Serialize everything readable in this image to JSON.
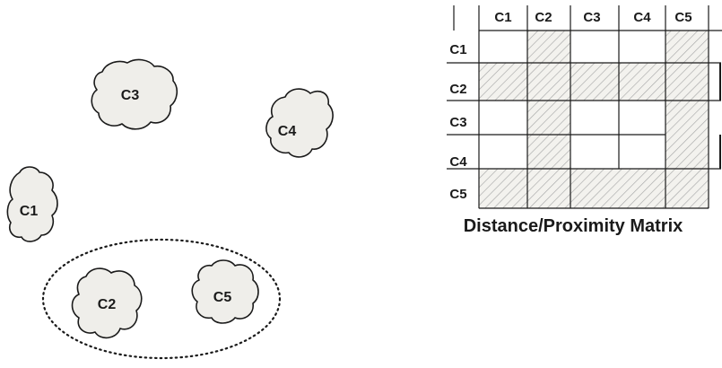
{
  "clusters": [
    {
      "id": "c1",
      "label": "C1"
    },
    {
      "id": "c2",
      "label": "C2"
    },
    {
      "id": "c3",
      "label": "C3"
    },
    {
      "id": "c4",
      "label": "C4"
    },
    {
      "id": "c5",
      "label": "C5"
    }
  ],
  "matrix": {
    "column_headers": [
      "C1",
      "C2",
      "C3",
      "C4",
      "C5"
    ],
    "row_headers": [
      "C1",
      "C2",
      "C3",
      "C4",
      "C5"
    ],
    "caption": "Distance/Proximity Matrix"
  },
  "colors": {
    "cluster_fill": "#efeeea",
    "stroke": "#1a1a1a",
    "hatch": "#9a9a9a"
  }
}
